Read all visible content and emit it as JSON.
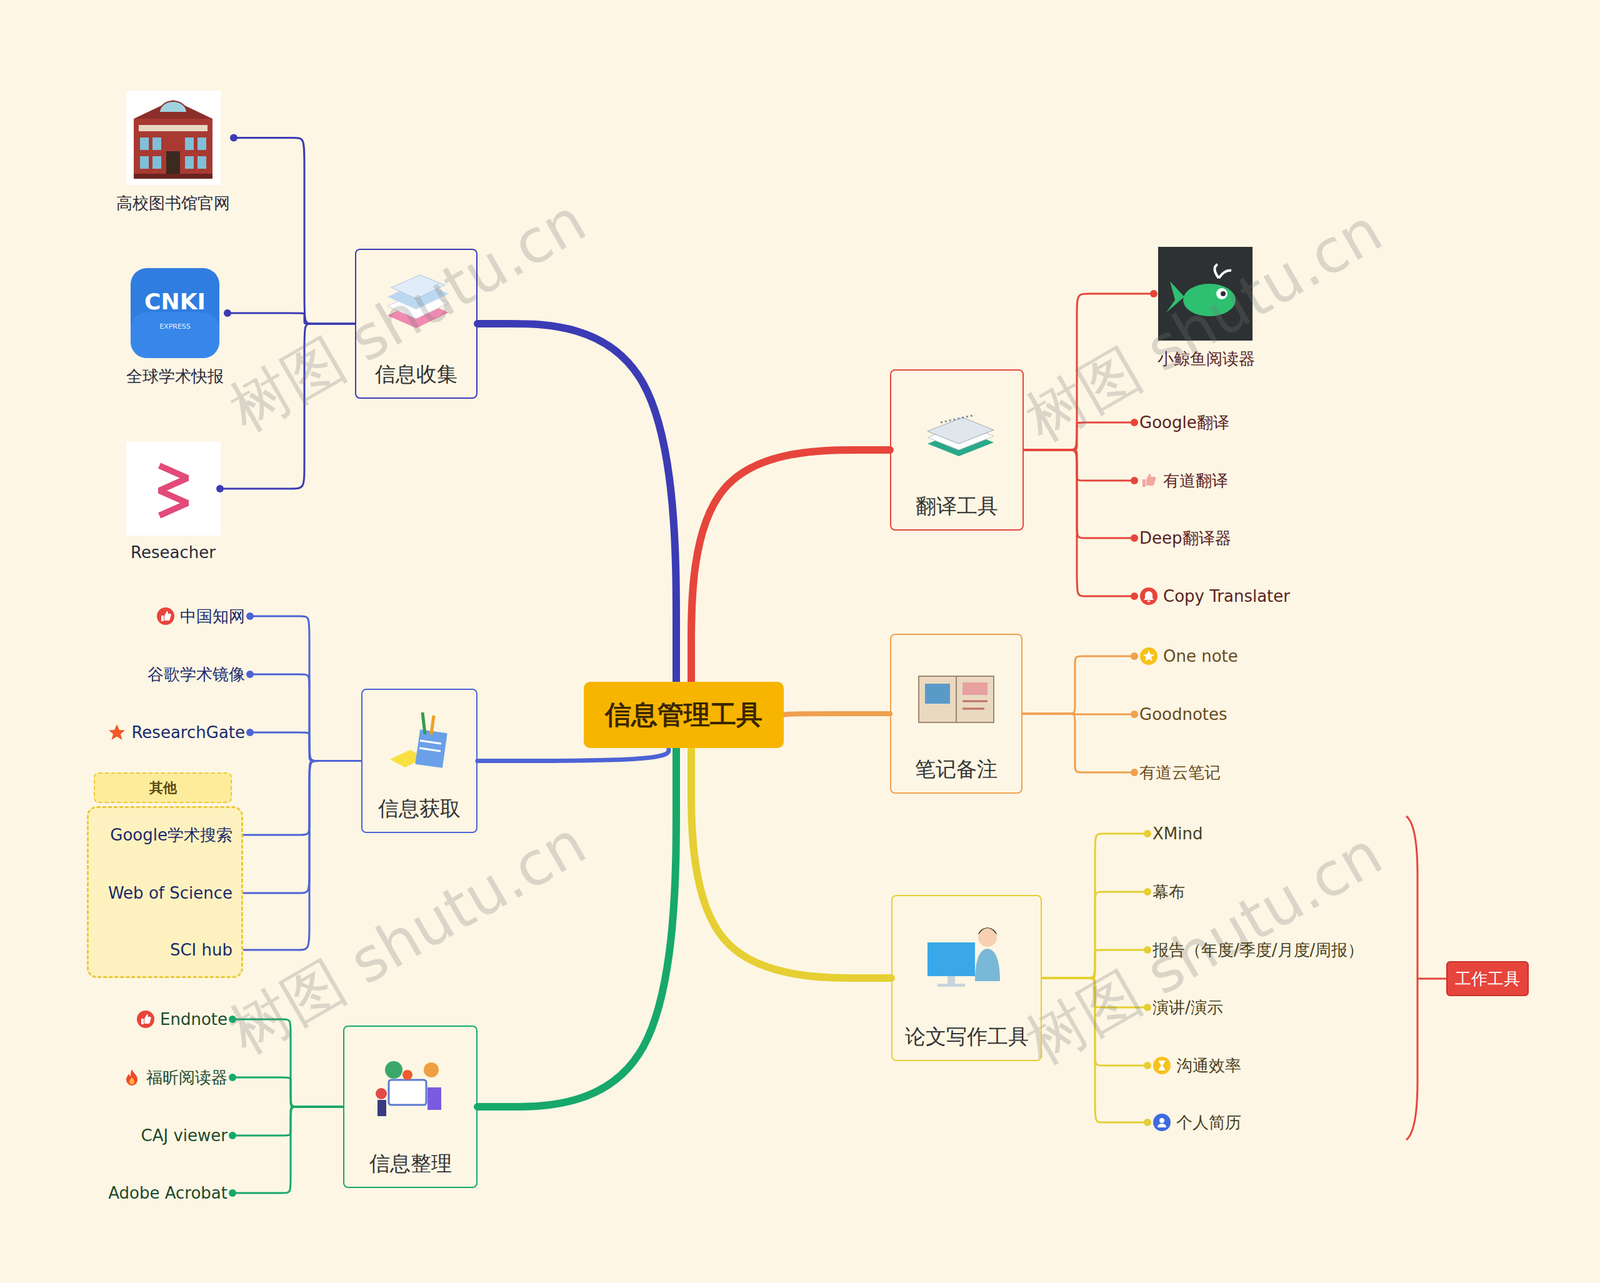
{
  "diagram": {
    "nodes": [
      {
        "text": [
          "信息管理工具"
        ]
      },
      {
        "text": [
          "信息收集"
        ]
      },
      {
        "text": [
          "高校图书馆官网"
        ]
      },
      {
        "text": [
          "全球学术快报"
        ]
      },
      {
        "text": [
          "Reseacher"
        ]
      },
      {
        "text": [
          "信息获取"
        ]
      },
      {
        "text": [
          "中国知网"
        ]
      },
      {
        "text": [
          "谷歌学术镜像"
        ]
      },
      {
        "text": [
          "ResearchGate"
        ]
      },
      {
        "text": [
          "其他"
        ]
      },
      {
        "text": [
          "Google学术搜索"
        ],
        "in": 9
      },
      {
        "text": [
          "Web of Science"
        ],
        "in": 9
      },
      {
        "text": [
          "SCI hub"
        ],
        "in": 9
      },
      {
        "text": [
          "信息整理"
        ]
      },
      {
        "text": [
          "Endnote"
        ]
      },
      {
        "text": [
          "福昕阅读器"
        ]
      },
      {
        "text": [
          "CAJ viewer"
        ]
      },
      {
        "text": [
          "Adobe Acrobat"
        ]
      },
      {
        "text": [
          "翻译工具"
        ]
      },
      {
        "text": [
          "小鲸鱼阅读器"
        ]
      },
      {
        "text": [
          "Google翻译"
        ]
      },
      {
        "text": [
          "有道翻译"
        ]
      },
      {
        "text": [
          "Deep翻译器"
        ]
      },
      {
        "text": [
          "Copy Translater"
        ]
      },
      {
        "text": [
          "笔记备注"
        ]
      },
      {
        "text": [
          "One note"
        ]
      },
      {
        "text": [
          "Goodnotes"
        ]
      },
      {
        "text": [
          "有道云笔记"
        ]
      },
      {
        "text": [
          "论文写作工具"
        ]
      },
      {
        "text": [
          "XMind"
        ]
      },
      {
        "text": [
          "幕布"
        ]
      },
      {
        "text": [
          "报告（年度/季度/月度/周报）"
        ]
      },
      {
        "text": [
          "演讲/演示"
        ]
      },
      {
        "text": [
          "沟通效率"
        ]
      },
      {
        "text": [
          "个人简历"
        ]
      },
      {
        "text": [
          "工作工具"
        ]
      }
    ],
    "edges": [
      {
        "from": 0,
        "to": 1,
        "arrow": "none"
      },
      {
        "from": 0,
        "to": 5,
        "arrow": "none"
      },
      {
        "from": 0,
        "to": 13,
        "arrow": "none"
      },
      {
        "from": 0,
        "to": 18,
        "arrow": "none"
      },
      {
        "from": 0,
        "to": 24,
        "arrow": "none"
      },
      {
        "from": 0,
        "to": 28,
        "arrow": "none"
      },
      {
        "from": 1,
        "to": 2,
        "arrow": "none"
      },
      {
        "from": 1,
        "to": 3,
        "arrow": "none"
      },
      {
        "from": 1,
        "to": 4,
        "arrow": "none"
      },
      {
        "from": 5,
        "to": 6,
        "arrow": "none"
      },
      {
        "from": 5,
        "to": 7,
        "arrow": "none"
      },
      {
        "from": 5,
        "to": 8,
        "arrow": "none"
      },
      {
        "from": 5,
        "to": 10,
        "arrow": "none"
      },
      {
        "from": 5,
        "to": 11,
        "arrow": "none"
      },
      {
        "from": 5,
        "to": 12,
        "arrow": "none"
      },
      {
        "from": 13,
        "to": 14,
        "arrow": "none"
      },
      {
        "from": 13,
        "to": 15,
        "arrow": "none"
      },
      {
        "from": 13,
        "to": 16,
        "arrow": "none"
      },
      {
        "from": 13,
        "to": 17,
        "arrow": "none"
      },
      {
        "from": 18,
        "to": 19,
        "arrow": "none"
      },
      {
        "from": 18,
        "to": 20,
        "arrow": "none"
      },
      {
        "from": 18,
        "to": 21,
        "arrow": "none"
      },
      {
        "from": 18,
        "to": 22,
        "arrow": "none"
      },
      {
        "from": 18,
        "to": 23,
        "arrow": "none"
      },
      {
        "from": 24,
        "to": 25,
        "arrow": "none"
      },
      {
        "from": 24,
        "to": 26,
        "arrow": "none"
      },
      {
        "from": 24,
        "to": 27,
        "arrow": "none"
      },
      {
        "from": 28,
        "to": 29,
        "arrow": "none"
      },
      {
        "from": 28,
        "to": 30,
        "arrow": "none"
      },
      {
        "from": 28,
        "to": 31,
        "arrow": "none"
      },
      {
        "from": 28,
        "to": 32,
        "arrow": "none"
      },
      {
        "from": 28,
        "to": 33,
        "arrow": "none"
      },
      {
        "from": 28,
        "to": 34,
        "arrow": "none"
      }
    ],
    "labels": [
      "CNKI",
      "EXPRESS",
      "树图 shutu.cn",
      "树图 shutu.cn",
      "树图 shutu.cn",
      "树图 shutu.cn"
    ]
  }
}
